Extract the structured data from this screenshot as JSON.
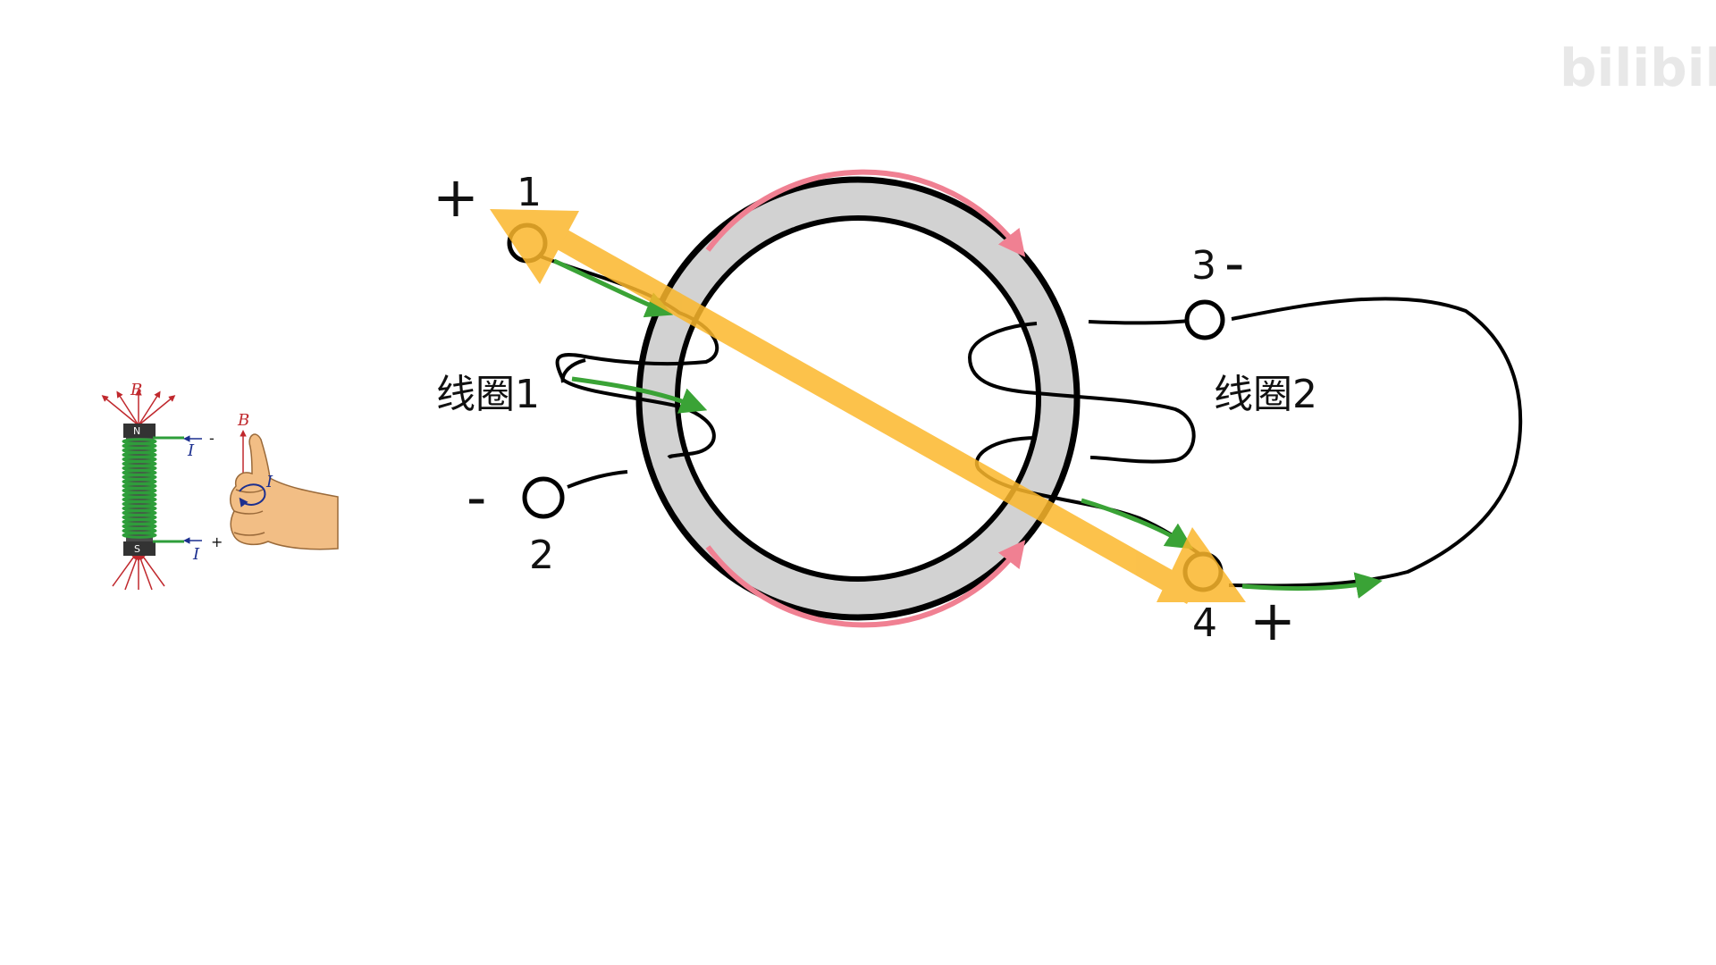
{
  "watermark": {
    "channel": "",
    "logo": "bilibili"
  },
  "diagram": {
    "terminals": {
      "t1": {
        "number": "1",
        "sign": "+"
      },
      "t2": {
        "number": "2",
        "sign": "-"
      },
      "t3": {
        "number": "3",
        "sign": "-"
      },
      "t4": {
        "number": "4",
        "sign": "+"
      }
    },
    "coil1_label": "线圈1",
    "coil2_label": "线圈2"
  },
  "inset": {
    "field_label": "B",
    "hand_field_label": "B",
    "current_label": "I",
    "current_label_bottom": "I",
    "hand_current_label": "I",
    "pole_north": "N",
    "pole_south": "S",
    "top_sign": "-",
    "bottom_sign": "+"
  },
  "colors": {
    "core": "#d2d2d2",
    "wire": "#000000",
    "flux_arrow": "#f08092",
    "current_arrow": "#3aa336",
    "big_arrow": "#fbb72c",
    "field_red": "#c0282d",
    "current_blue": "#1c2f8f",
    "skin": "#f2be85"
  }
}
